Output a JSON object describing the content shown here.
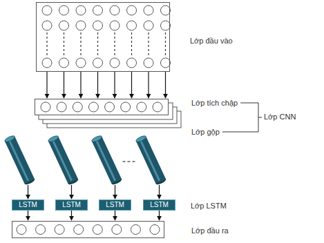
{
  "diagram": {
    "nodes": [
      {
        "text": [
          "Lớp đầu vào"
        ]
      },
      {
        "text": [
          "Lớp tích chập",
          "Lớp gộp"
        ]
      },
      {
        "text": [
          "LSTM"
        ]
      },
      {
        "text": [
          "LSTM"
        ]
      },
      {
        "text": [
          "LSTM"
        ]
      },
      {
        "text": [
          "LSTM"
        ]
      },
      {
        "text": [
          "Lớp đầu ra"
        ]
      }
    ],
    "edges": [
      {
        "from": 0,
        "to": 1,
        "arrow": "to"
      },
      {
        "from": 0,
        "to": 1,
        "arrow": "to"
      },
      {
        "from": 0,
        "to": 1,
        "arrow": "to"
      },
      {
        "from": 0,
        "to": 1,
        "arrow": "to"
      },
      {
        "from": 0,
        "to": 1,
        "arrow": "to"
      },
      {
        "from": 0,
        "to": 1,
        "arrow": "to"
      },
      {
        "from": 0,
        "to": 1,
        "arrow": "to"
      },
      {
        "from": 0,
        "to": 1,
        "arrow": "to"
      },
      {
        "from": 2,
        "to": 6,
        "arrow": "to"
      },
      {
        "from": 3,
        "to": 6,
        "arrow": "to"
      },
      {
        "from": 4,
        "to": 6,
        "arrow": "to"
      },
      {
        "from": 5,
        "to": 6,
        "arrow": "to"
      }
    ],
    "labels": [
      "Lớp CNN",
      "Lớp LSTM"
    ]
  }
}
